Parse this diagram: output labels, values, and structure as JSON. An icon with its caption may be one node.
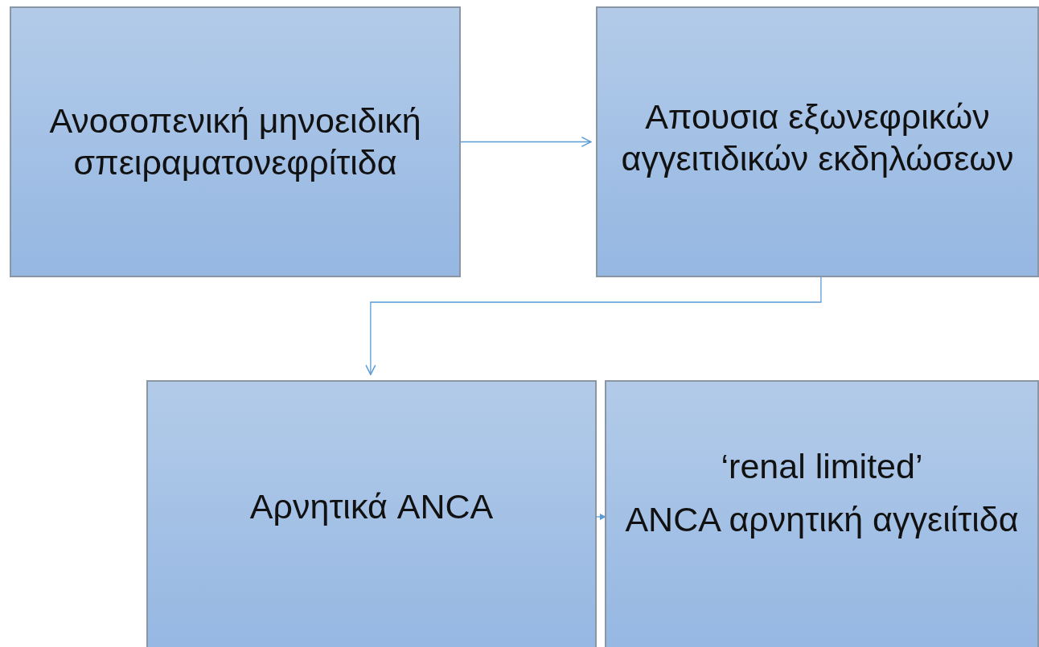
{
  "diagram": {
    "nodes": [
      {
        "text": [
          "Ανοσοπενική μηνοειδική σπειραματονεφρίτιδα"
        ]
      },
      {
        "text": [
          "Απουσια εξωνεφρικών αγγειτιδικών εκδηλώσεων"
        ]
      },
      {
        "text": [
          "Αρνητικά ANCA"
        ]
      },
      {
        "text": [
          "‘renal limited’",
          "ANCA αρνητική αγγειίτιδα"
        ]
      }
    ],
    "edges": [
      {
        "from": 0,
        "to": 1,
        "arrow": "to"
      },
      {
        "from": 1,
        "to": 2,
        "arrow": "to"
      },
      {
        "from": 2,
        "to": 3,
        "arrow": "to"
      }
    ]
  }
}
